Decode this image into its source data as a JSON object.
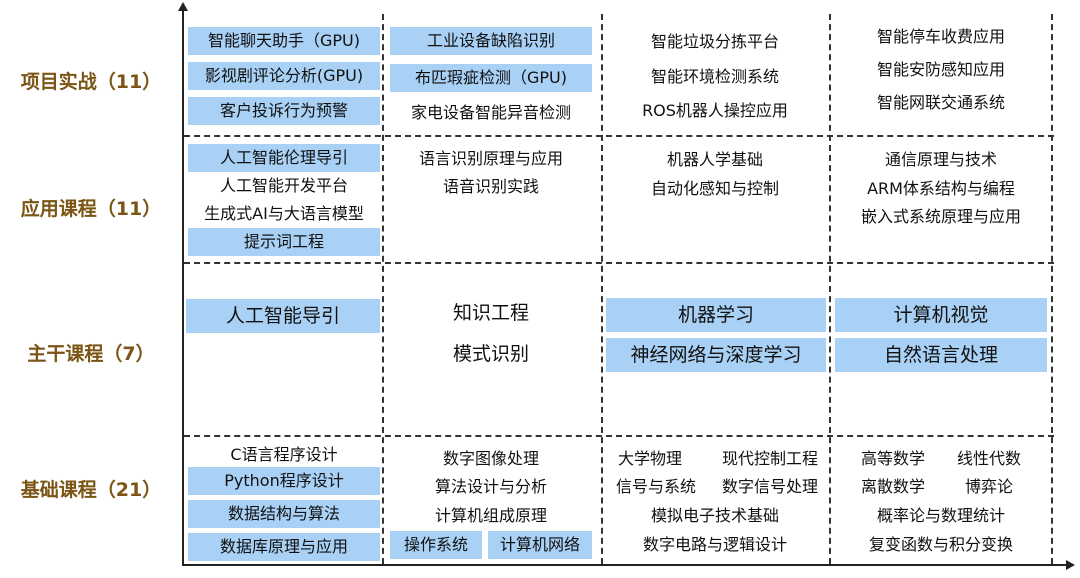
{
  "rows": [
    {
      "label": "项目实战（11）",
      "cells": [
        [
          {
            "text": "智能聊天助手（GPU)",
            "hl": true
          },
          {
            "text": "影视剧评论分析(GPU)",
            "hl": true
          },
          {
            "text": "客户投诉行为预警",
            "hl": true
          }
        ],
        [
          {
            "text": "工业设备缺陷识别",
            "hl": true
          },
          {
            "text": "布匹瑕疵检测（GPU)",
            "hl": true
          },
          {
            "text": "家电设备智能异音检测",
            "hl": false
          }
        ],
        [
          {
            "text": "智能垃圾分拣平台",
            "hl": false
          },
          {
            "text": "智能环境检测系统",
            "hl": false
          },
          {
            "text": "ROS机器人操控应用",
            "hl": false
          }
        ],
        [
          {
            "text": "智能停车收费应用",
            "hl": false
          },
          {
            "text": "智能安防感知应用",
            "hl": false
          },
          {
            "text": "智能网联交通系统",
            "hl": false
          }
        ]
      ]
    },
    {
      "label": "应用课程（11）",
      "cells": [
        [
          {
            "text": "人工智能伦理导引",
            "hl": true
          },
          {
            "text": "人工智能开发平台",
            "hl": false
          },
          {
            "text": "生成式AI与大语言模型",
            "hl": false
          },
          {
            "text": "提示词工程",
            "hl": true
          }
        ],
        [
          {
            "text": "语言识别原理与应用",
            "hl": false
          },
          {
            "text": "语音识别实践",
            "hl": false
          }
        ],
        [
          {
            "text": "机器人学基础",
            "hl": false
          },
          {
            "text": "自动化感知与控制",
            "hl": false
          }
        ],
        [
          {
            "text": "通信原理与技术",
            "hl": false
          },
          {
            "text": "ARM体系结构与编程",
            "hl": false
          },
          {
            "text": "嵌入式系统原理与应用",
            "hl": false
          }
        ]
      ]
    },
    {
      "label": "主干课程（7）",
      "cells": [
        [
          {
            "text": "人工智能导引",
            "hl": true
          }
        ],
        [
          {
            "text": "知识工程",
            "hl": false
          },
          {
            "text": "模式识别",
            "hl": false
          }
        ],
        [
          {
            "text": "机器学习",
            "hl": true
          },
          {
            "text": "神经网络与深度学习",
            "hl": true
          }
        ],
        [
          {
            "text": "计算机视觉",
            "hl": true
          },
          {
            "text": "自然语言处理",
            "hl": true
          }
        ]
      ]
    },
    {
      "label": "基础课程（21）",
      "cells": [
        [
          {
            "text": "C语言程序设计",
            "hl": false
          },
          {
            "text": "Python程序设计",
            "hl": true
          },
          {
            "text": "数据结构与算法",
            "hl": true
          },
          {
            "text": "数据库原理与应用",
            "hl": true
          }
        ],
        [
          {
            "text": "数字图像处理",
            "hl": false
          },
          {
            "text": "算法设计与分析",
            "hl": false
          },
          {
            "text": "计算机组成原理",
            "hl": false
          },
          {
            "text": "操作系统",
            "hl": true
          },
          {
            "text": "计算机网络",
            "hl": true
          }
        ],
        [
          {
            "text": "大学物理",
            "hl": false
          },
          {
            "text": "现代控制工程",
            "hl": false
          },
          {
            "text": "信号与系统",
            "hl": false
          },
          {
            "text": "数字信号处理",
            "hl": false
          },
          {
            "text": "模拟电子技术基础",
            "hl": false
          },
          {
            "text": "数字电路与逻辑设计",
            "hl": false
          }
        ],
        [
          {
            "text": "高等数学",
            "hl": false
          },
          {
            "text": "线性代数",
            "hl": false
          },
          {
            "text": "离散数学",
            "hl": false
          },
          {
            "text": "博弈论",
            "hl": false
          },
          {
            "text": "概率论与数理统计",
            "hl": false
          },
          {
            "text": "复变函数与积分变换",
            "hl": false
          }
        ]
      ]
    }
  ],
  "colors": {
    "highlight": "#a9d0f5",
    "row_label": "#7a5514",
    "text": "#111111",
    "line": "#333333"
  }
}
